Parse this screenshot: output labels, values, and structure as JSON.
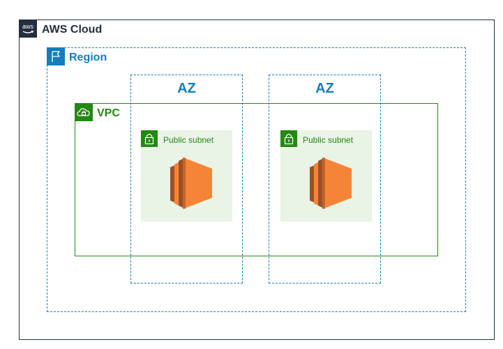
{
  "cloud": {
    "label": "AWS Cloud",
    "icon": "aws-logo-icon",
    "icon_text": "aws",
    "color": "#232f3e"
  },
  "region": {
    "label": "Region",
    "icon": "flag-icon",
    "color": "#147eba"
  },
  "availability_zones": [
    {
      "label": "AZ"
    },
    {
      "label": "AZ"
    }
  ],
  "vpc": {
    "label": "VPC",
    "icon": "cloud-lock-icon",
    "color": "#248814"
  },
  "subnets": [
    {
      "label": "Public subnet",
      "icon": "padlock-icon",
      "instance_icon": "ec2-instance-icon"
    },
    {
      "label": "Public subnet",
      "icon": "padlock-icon",
      "instance_icon": "ec2-instance-icon"
    }
  ],
  "colors": {
    "subnet_fill": "#e9f3e6",
    "ec2_light": "#f58536",
    "ec2_dark": "#9d5025"
  }
}
